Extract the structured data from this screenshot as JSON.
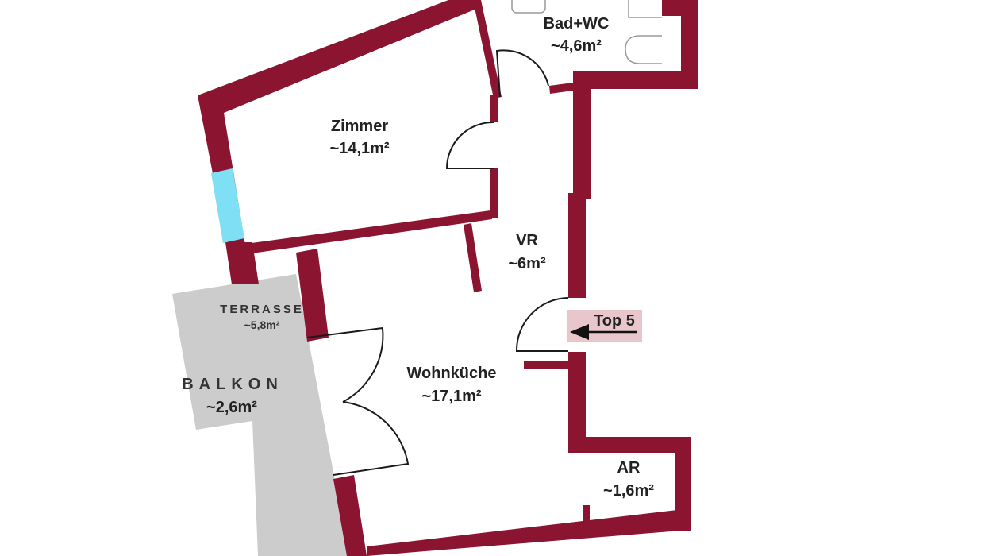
{
  "colors": {
    "wall": "#8b1530",
    "window": "#7fe0f5",
    "balcony": "#cccccc",
    "entrance_badge": "#e8c6cc"
  },
  "rooms": {
    "bad": {
      "name": "Bad+WC",
      "area": "~4,6m²"
    },
    "zimmer": {
      "name": "Zimmer",
      "area": "~14,1m²"
    },
    "vr": {
      "name": "VR",
      "area": "~6m²"
    },
    "wohnkueche": {
      "name": "Wohnküche",
      "area": "~17,1m²"
    },
    "ar": {
      "name": "AR",
      "area": "~1,6m²"
    },
    "terrasse": {
      "name": "TERRASSE",
      "area": "~5,8m²"
    },
    "balkon": {
      "name": "BALKON",
      "area": "~2,6m²"
    }
  },
  "entrance": {
    "label": "Top 5",
    "icon": "arrow-left-icon"
  }
}
